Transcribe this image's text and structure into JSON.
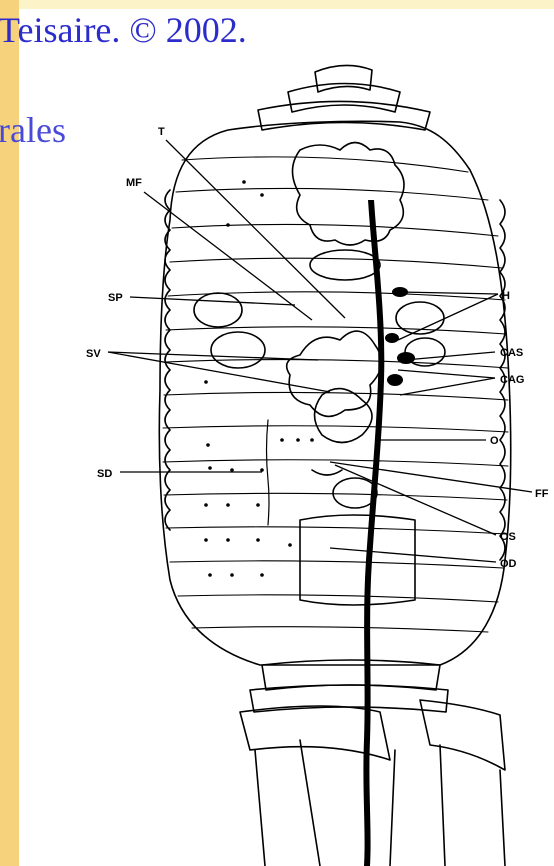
{
  "slide": {
    "header_text": "Teisaire. © 2002.",
    "subheading": "rales",
    "colors": {
      "sidebar": "#f6d27c",
      "top_band": "#fdf3c8",
      "text": "#2c2ccc"
    }
  },
  "diagram": {
    "labels": {
      "T": "T",
      "MF": "MF",
      "SP": "SP",
      "SV": "SV",
      "SD": "SD",
      "H": "H",
      "CAS": "CAS",
      "CAG": "CAG",
      "O": "O",
      "FF": "FF",
      "OS": "OS",
      "OD": "OD"
    }
  }
}
